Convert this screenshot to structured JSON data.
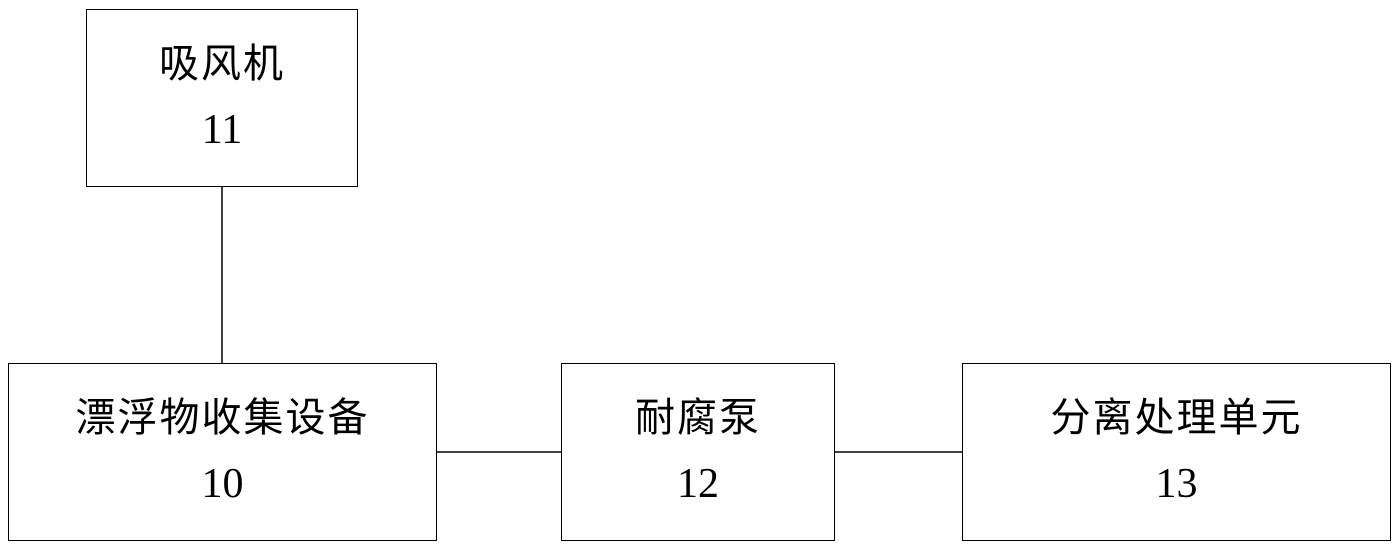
{
  "diagram": {
    "nodes": [
      {
        "id": "fan",
        "label": "吸风机",
        "number": "11"
      },
      {
        "id": "collector",
        "label": "漂浮物收集设备",
        "number": "10"
      },
      {
        "id": "pump",
        "label": "耐腐泵",
        "number": "12"
      },
      {
        "id": "separator",
        "label": "分离处理单元",
        "number": "13"
      }
    ],
    "edges": [
      {
        "from": "fan",
        "to": "collector"
      },
      {
        "from": "collector",
        "to": "pump"
      },
      {
        "from": "pump",
        "to": "separator"
      }
    ]
  },
  "colors": {
    "line": "#000000",
    "background": "#ffffff"
  }
}
